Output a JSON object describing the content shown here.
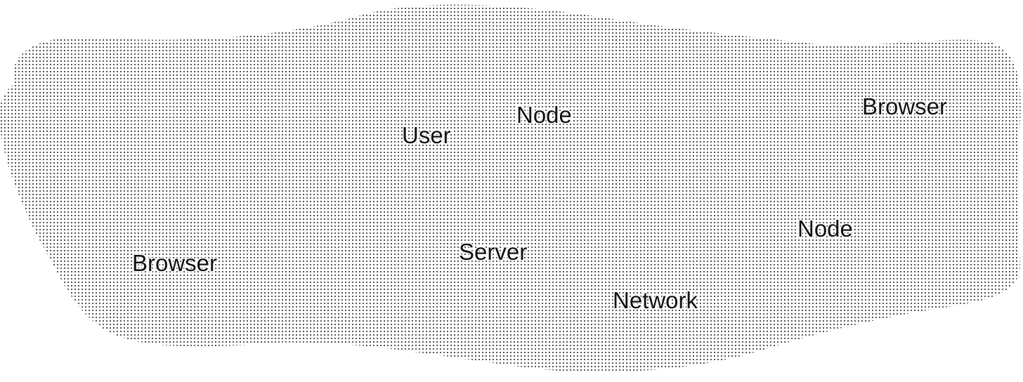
{
  "diagram": {
    "labels": [
      {
        "id": "user",
        "text": "User"
      },
      {
        "id": "node-1",
        "text": "Node"
      },
      {
        "id": "browser-1",
        "text": "Browser"
      },
      {
        "id": "node-2",
        "text": "Node"
      },
      {
        "id": "server",
        "text": "Server"
      },
      {
        "id": "browser-2",
        "text": "Browser"
      },
      {
        "id": "network",
        "text": "Network"
      }
    ]
  }
}
